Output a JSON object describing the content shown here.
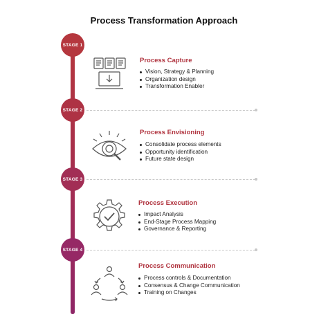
{
  "title": "Process Transformation Approach",
  "accent_color": "#b0343f",
  "stages": [
    {
      "badge": "STAGE 1",
      "heading": "Process Capture",
      "icon": "laptop-documents-icon",
      "items": [
        "Vision, Strategy & Planning",
        "Organization design",
        "Transformation Enabler"
      ]
    },
    {
      "badge": "STAGE 2",
      "heading": "Process Envisioning",
      "icon": "eye-magnifier-icon",
      "items": [
        "Consolidate process elements",
        "Opportunity identification",
        "Future state design"
      ]
    },
    {
      "badge": "STAGE 3",
      "heading": "Process Execution",
      "icon": "gear-check-icon",
      "items": [
        "Impact Analysis",
        "End-Stage Process Mapping",
        "Governance & Reporting"
      ]
    },
    {
      "badge": "STAGE 4",
      "heading": "Process Communication",
      "icon": "people-cycle-icon",
      "items": [
        "Process controls & Documentation",
        "Consensus & Change Communication",
        "Training on Changes"
      ]
    }
  ]
}
